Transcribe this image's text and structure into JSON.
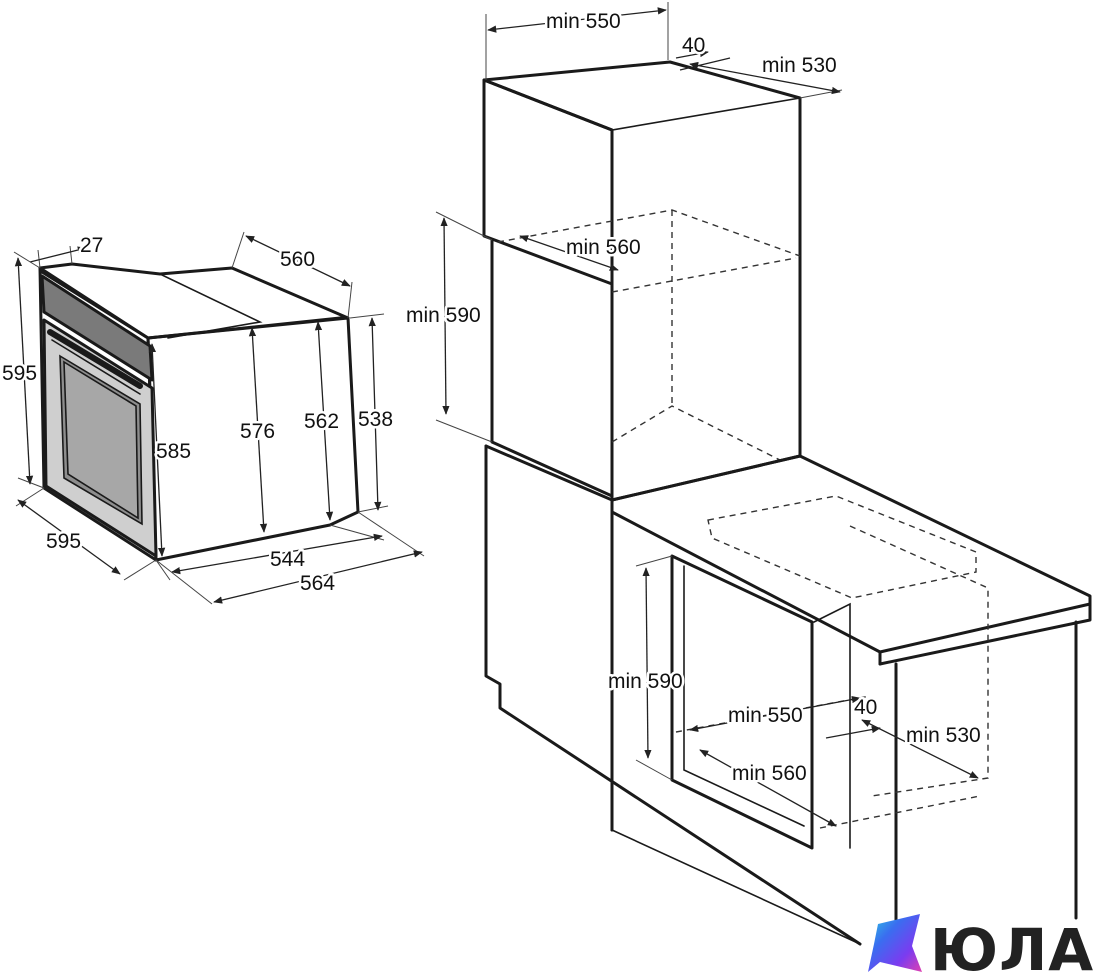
{
  "oven": {
    "dims": {
      "top_depth": "27",
      "width_top": "560",
      "height_total": "595",
      "height_front": "585",
      "height_576": "576",
      "height_562": "562",
      "height_538": "538",
      "width_front": "595",
      "depth_544": "544",
      "depth_564": "564"
    }
  },
  "column_install": {
    "width": "min 550",
    "gap": "40",
    "depth": "min 530",
    "inner_width": "min 560",
    "height": "min 590"
  },
  "under_counter_install": {
    "height": "min 590",
    "width": "min 550",
    "gap": "40",
    "depth": "min 530",
    "inner_width": "min 560"
  },
  "watermark": {
    "brand_text": "ЮЛА",
    "colors": [
      "#2bd0e0",
      "#3a6df0",
      "#7a3cf0",
      "#e040b0"
    ]
  }
}
